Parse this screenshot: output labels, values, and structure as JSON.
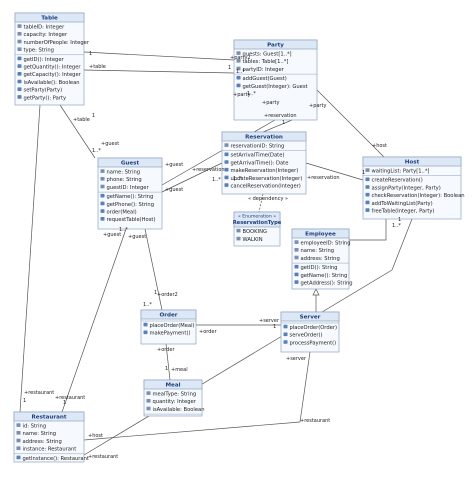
{
  "colors": {
    "header": "#dde8f6",
    "body": "#f6f9fd",
    "border": "#8fa4c2",
    "title": "#1f3d7a",
    "text": "#222222",
    "line": "#555555",
    "icon_attr": "#7a8fb0",
    "icon_op": "#5b7fb8"
  },
  "classes": [
    {
      "id": "table",
      "name": "Table",
      "attributes": [
        "tableID: Integer",
        "capacity: Integer",
        "numberOfPeople: Integer",
        "type: String"
      ],
      "operations": [
        "getID(): Integer",
        "getQuantity(): Integer",
        "getCapacity(): Integer",
        "isAvailable(): Boolean",
        "setParty(Party)",
        "getParty(): Party"
      ]
    },
    {
      "id": "party",
      "name": "Party",
      "attributes": [
        "guests: Guest[1..*]",
        "tables: Table[1..*]",
        "partyID: Integer"
      ],
      "operations": [
        "addGuest(Guest)",
        "getGuest(Integer): Guest"
      ]
    },
    {
      "id": "reservation",
      "name": "Reservation",
      "attributes": [
        "reservationID: String"
      ],
      "operations": [
        "setArrivalTime(Date)",
        "getArrivalTime(): Date",
        "makeReservation(Integer)",
        "updateReservation(Integer)",
        "cancelReservation(Integer)"
      ]
    },
    {
      "id": "guest",
      "name": "Guest",
      "attributes": [
        "name: String",
        "phone: String",
        "guestID: Integer"
      ],
      "operations": [
        "getName(): String",
        "getPhone(): String",
        "order(Meal)",
        "requestTable(Host)"
      ]
    },
    {
      "id": "host",
      "name": "Host",
      "attributes": [
        "waitingList: Party[1..*]"
      ],
      "operations": [
        "createReservation()",
        "assignParty(Integer, Party)",
        "checkReservation(Integer): Boolean",
        "addToWaitingList(Party)",
        "freeTable(Integer, Party)"
      ]
    },
    {
      "id": "employee",
      "name": "Employee",
      "attributes": [
        "employeeID: String",
        "name: String",
        "address: String"
      ],
      "operations": [
        "getID(): String",
        "getName(): String",
        "getAddress(): String"
      ]
    },
    {
      "id": "order",
      "name": "Order",
      "attributes": [],
      "operations": [
        "placeOrder(Meal)",
        "makePayment()"
      ]
    },
    {
      "id": "server",
      "name": "Server",
      "attributes": [],
      "operations": [
        "placeOrder(Order)",
        "serveOrder()",
        "processPayment()"
      ]
    },
    {
      "id": "meal",
      "name": "Meal",
      "attributes": [
        "mealType: String",
        "quantity: Integer",
        "isAvailable: Boolean"
      ],
      "operations": []
    },
    {
      "id": "restaurant",
      "name": "Restaurant",
      "attributes": [
        "id: String",
        "name: String",
        "address: String",
        "instance: Restaurant"
      ],
      "operations": [
        "getInstance(): Restaurant"
      ]
    }
  ],
  "enumeration": {
    "stereotype": "« Enumeration »",
    "name": "ReservationType",
    "literals": [
      "BOOKING",
      "WALKIN"
    ]
  },
  "dependency_label": "« dependency »",
  "edge_labels": [
    "+table",
    "1",
    "+party2",
    "1..*",
    "1",
    "+party",
    "1..*",
    "+table",
    "1",
    "+guest",
    "1..*",
    "+party",
    "+reservation",
    "1",
    "+party",
    "+guest",
    "+reservation",
    "1..*",
    "+reservation",
    "+guest",
    "1..*",
    "+host",
    "1",
    "+guest",
    "1..*",
    "+guest",
    "1",
    "+order2",
    "1..*",
    "+server",
    "+order",
    "1",
    "+order",
    "1",
    "+meal",
    "+server",
    "+restaurant",
    "1",
    "+restaurant",
    "1",
    "1..*",
    "+host",
    "+restaurant",
    "+restaurant",
    "1",
    "1"
  ]
}
